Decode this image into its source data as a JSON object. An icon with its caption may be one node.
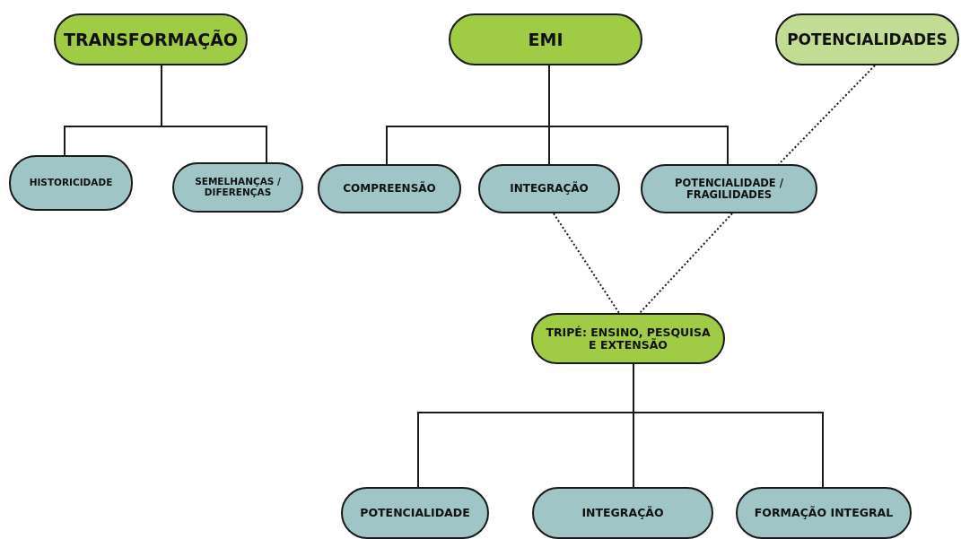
{
  "diagram": {
    "nodes": [
      {
        "text": [
          "TRANSFORMAÇÃO"
        ]
      },
      {
        "text": [
          "EMI"
        ]
      },
      {
        "text": [
          "POTENCIALIDADES"
        ]
      },
      {
        "text": [
          "HISTORICIDADE"
        ]
      },
      {
        "text": [
          "SEMELHANÇAS / DIFERENÇAS"
        ]
      },
      {
        "text": [
          "COMPREENSÃO"
        ]
      },
      {
        "text": [
          "INTEGRAÇÃO"
        ]
      },
      {
        "text": [
          "POTENCIALIDADE / FRAGILIDADES"
        ]
      },
      {
        "text": [
          "TRIPÉ: ENSINO, PESQUISA E EXTENSÃO"
        ]
      },
      {
        "text": [
          "POTENCIALIDADE"
        ]
      },
      {
        "text": [
          "INTEGRAÇÃO"
        ]
      },
      {
        "text": [
          "FORMAÇÃO INTEGRAL"
        ]
      }
    ],
    "edges": [
      {
        "from": 0,
        "to": 3,
        "arrow": "none"
      },
      {
        "from": 0,
        "to": 4,
        "arrow": "none"
      },
      {
        "from": 1,
        "to": 5,
        "arrow": "none"
      },
      {
        "from": 1,
        "to": 6,
        "arrow": "none"
      },
      {
        "from": 1,
        "to": 7,
        "arrow": "none"
      },
      {
        "from": 2,
        "to": 7,
        "arrow": "none",
        "style": "dashed"
      },
      {
        "from": 6,
        "to": 8,
        "arrow": "none",
        "style": "dashed"
      },
      {
        "from": 7,
        "to": 8,
        "arrow": "none",
        "style": "dashed"
      },
      {
        "from": 8,
        "to": 9,
        "arrow": "none"
      },
      {
        "from": 8,
        "to": 10,
        "arrow": "none"
      },
      {
        "from": 8,
        "to": 11,
        "arrow": "none"
      }
    ]
  }
}
